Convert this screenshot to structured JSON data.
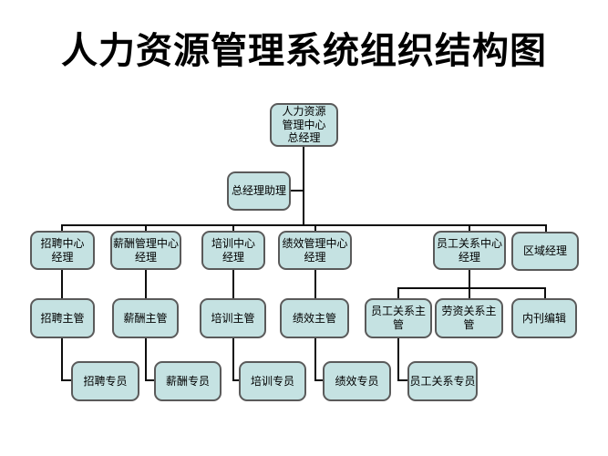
{
  "title": "人力资源管理系统组织结构图",
  "colors": {
    "background": "#ffffff",
    "box_fill": "#c5e2e2",
    "box_border": "#5a5a5a",
    "connector": "#0d0d0d",
    "text": "#000000",
    "title_text": "#000000"
  },
  "nodes": {
    "gm": {
      "label": "人力资源\n管理中心\n总经理"
    },
    "assistant": {
      "label": "总经理助理"
    },
    "recruit_mgr": {
      "label": "招聘中心\n经理"
    },
    "comp_mgr": {
      "label": "薪酬管理中心\n经理"
    },
    "train_mgr": {
      "label": "培训中心\n经理"
    },
    "perf_mgr": {
      "label": "绩效管理中心\n经理"
    },
    "emprel_mgr": {
      "label": "员工关系中心\n经理"
    },
    "region_mgr": {
      "label": "区域经理"
    },
    "recruit_sup": {
      "label": "招聘主管"
    },
    "comp_sup": {
      "label": "薪酬主管"
    },
    "train_sup": {
      "label": "培训主管"
    },
    "perf_sup": {
      "label": "绩效主管"
    },
    "emprel_sup": {
      "label": "员工关系主管"
    },
    "labor_sup": {
      "label": "劳资关系主管"
    },
    "editor": {
      "label": "内刊编辑"
    },
    "recruit_spec": {
      "label": "招聘专员"
    },
    "comp_spec": {
      "label": "薪酬专员"
    },
    "train_spec": {
      "label": "培训专员"
    },
    "perf_spec": {
      "label": "绩效专员"
    },
    "emprel_spec": {
      "label": "员工关系专员"
    }
  },
  "edges": [
    [
      "gm",
      "assistant"
    ],
    [
      "gm",
      "recruit_mgr"
    ],
    [
      "gm",
      "comp_mgr"
    ],
    [
      "gm",
      "train_mgr"
    ],
    [
      "gm",
      "perf_mgr"
    ],
    [
      "gm",
      "emprel_mgr"
    ],
    [
      "gm",
      "region_mgr"
    ],
    [
      "recruit_mgr",
      "recruit_sup"
    ],
    [
      "comp_mgr",
      "comp_sup"
    ],
    [
      "train_mgr",
      "train_sup"
    ],
    [
      "perf_mgr",
      "perf_sup"
    ],
    [
      "emprel_mgr",
      "emprel_sup"
    ],
    [
      "emprel_mgr",
      "labor_sup"
    ],
    [
      "emprel_mgr",
      "editor"
    ],
    [
      "recruit_sup",
      "recruit_spec"
    ],
    [
      "comp_sup",
      "comp_spec"
    ],
    [
      "train_sup",
      "train_spec"
    ],
    [
      "perf_sup",
      "perf_spec"
    ],
    [
      "emprel_sup",
      "emprel_spec"
    ]
  ]
}
